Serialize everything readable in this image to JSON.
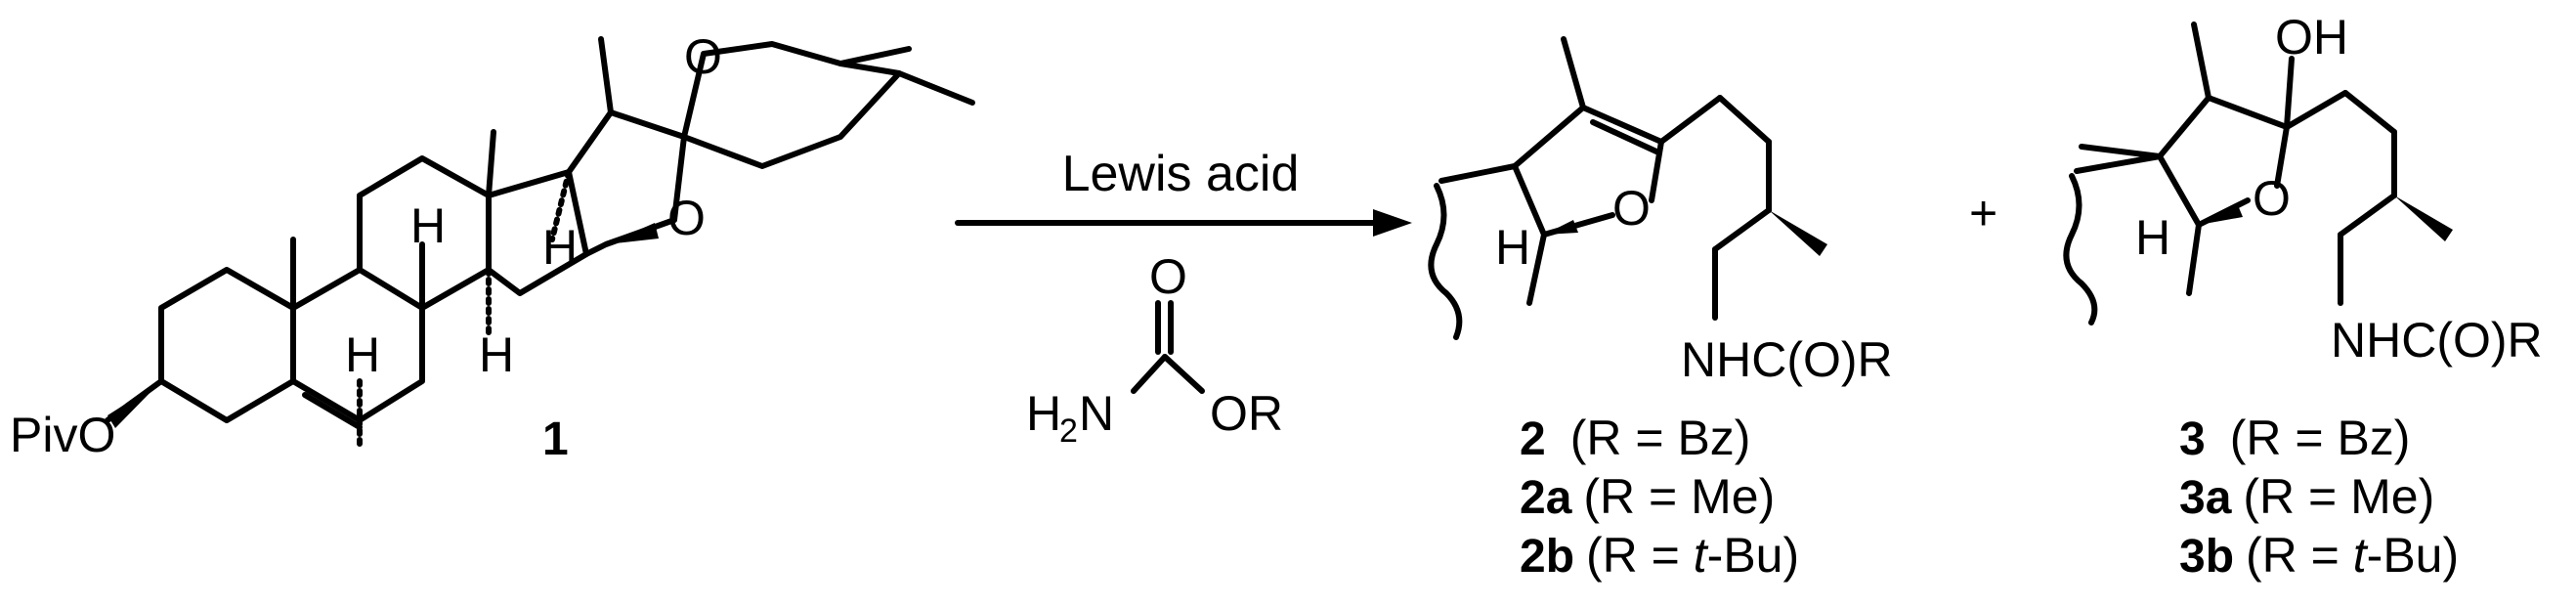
{
  "molecule_1": {
    "label": "1",
    "ring_O_top": "O",
    "ring_O_furan": "O",
    "H_labels": [
      "H",
      "H",
      "H",
      "H"
    ],
    "substituent": "PivO"
  },
  "arrow": {
    "reagent_top": "Lewis acid",
    "carbamate": {
      "O": "O",
      "H2N": "H",
      "H2N_sub": "2",
      "N": "N",
      "OR": "OR"
    }
  },
  "product_2": {
    "ring_O": "O",
    "H": "H",
    "chain_end": "NHC(O)R",
    "variants": [
      {
        "num": "2",
        "text": "(R = Bz)"
      },
      {
        "num": "2a",
        "text": "(R = Me)"
      },
      {
        "num": "2b",
        "text_pre": "(R = ",
        "text_italic": "t",
        "text_post": "-Bu)"
      }
    ]
  },
  "plus": "+",
  "product_3": {
    "OH": "OH",
    "ring_O": "O",
    "H": "H",
    "chain_end": "NHC(O)R",
    "variants": [
      {
        "num": "3",
        "text": "(R = Bz)"
      },
      {
        "num": "3a",
        "text": "(R = Me)"
      },
      {
        "num": "3b",
        "text_pre": "(R = ",
        "text_italic": "t",
        "text_post": "-Bu)"
      }
    ]
  }
}
